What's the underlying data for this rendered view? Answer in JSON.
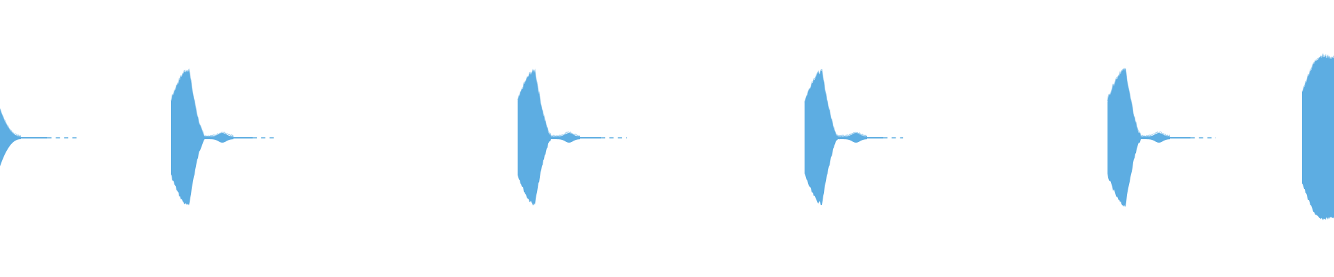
{
  "waveform": {
    "color": "#5dade2",
    "background": "#ffffff",
    "bursts": [
      {
        "kind": "partial-left",
        "peak": 0.4
      },
      {
        "kind": "burst",
        "peak": 1.0
      },
      {
        "kind": "burst",
        "peak": 0.98
      },
      {
        "kind": "burst",
        "peak": 0.97
      },
      {
        "kind": "burst",
        "peak": 1.0
      },
      {
        "kind": "partial-right",
        "peak": 1.2
      }
    ]
  }
}
